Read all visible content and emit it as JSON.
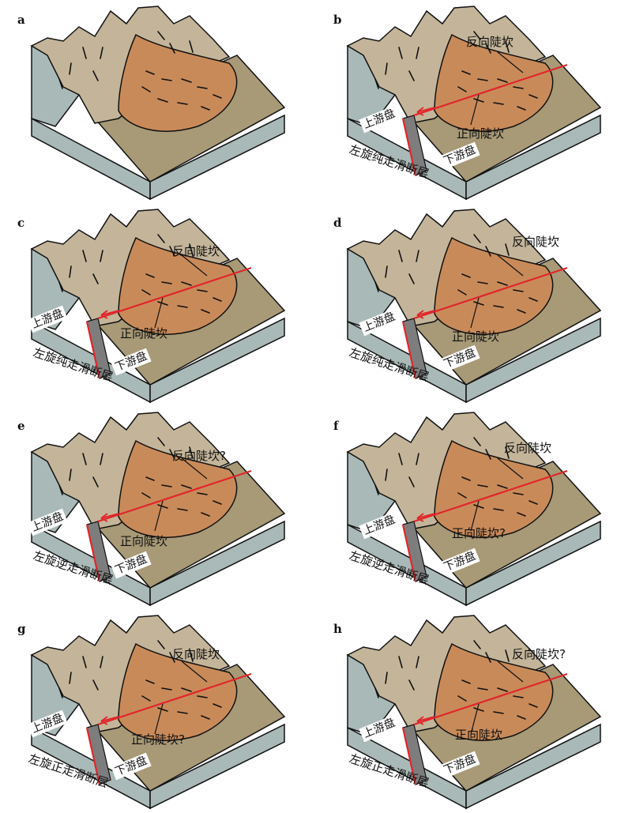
{
  "panels": [
    {
      "letter": "a",
      "reverse": "",
      "normal": "",
      "upstream": "",
      "downstream": "",
      "fault": "",
      "faulted": false
    },
    {
      "letter": "b",
      "reverse": "反向陡坎",
      "normal": "正向陡坎",
      "upstream": "上游盘",
      "downstream": "下游盘",
      "fault": "左旋纯走滑断层",
      "faulted": true
    },
    {
      "letter": "c",
      "reverse": "反向陡坎",
      "normal": "正向陡坎",
      "upstream": "上游盘",
      "downstream": "下游盘",
      "fault": "左旋纯走滑断层",
      "faulted": true
    },
    {
      "letter": "d",
      "reverse": "反向陡坎",
      "normal": "正向陡坎",
      "upstream": "上游盘",
      "downstream": "下游盘",
      "fault": "左旋纯走滑断层",
      "faulted": true
    },
    {
      "letter": "e",
      "reverse": "反向陡坎?",
      "normal": "正向陡坎",
      "upstream": "上游盘",
      "downstream": "下游盘",
      "fault": "左旋逆走滑断层",
      "faulted": true
    },
    {
      "letter": "f",
      "reverse": "反向陡坎",
      "normal": "正向陡坎?",
      "upstream": "上游盘",
      "downstream": "下游盘",
      "fault": "左旋逆走滑断层",
      "faulted": true
    },
    {
      "letter": "g",
      "reverse": "反向陡坎",
      "normal": "正向陡坎?",
      "upstream": "上游盘",
      "downstream": "下游盘",
      "fault": "左旋正走滑断层",
      "faulted": true
    },
    {
      "letter": "h",
      "reverse": "反向陡坎?",
      "normal": "正向陡坎",
      "upstream": "上游盘",
      "downstream": "下游盘",
      "fault": "左旋正走滑断层",
      "faulted": true
    }
  ],
  "colors": {
    "mountain": "#c4b59a",
    "fan": "#c98a5a",
    "ground": "#a89977",
    "side": "#a9b9b7",
    "fault": "#e0262a",
    "gap": "#7d7d7d"
  }
}
